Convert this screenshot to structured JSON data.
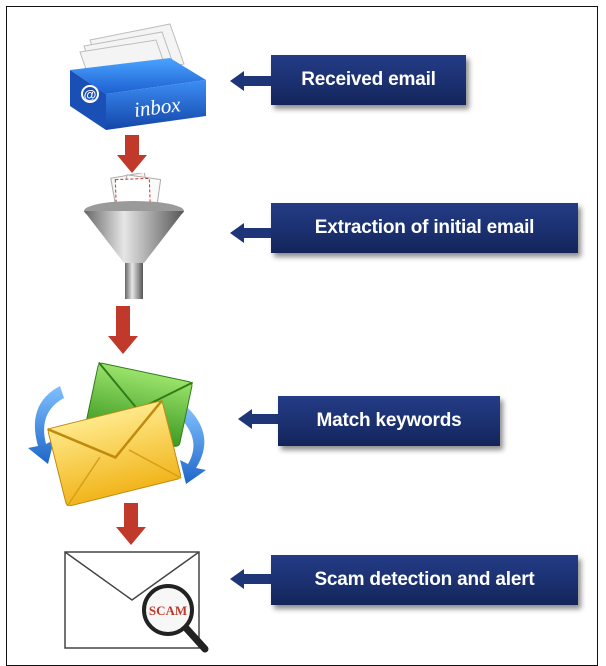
{
  "steps": [
    {
      "label": "Received email",
      "icon": "inbox-icon"
    },
    {
      "label": "Extraction of initial email",
      "icon": "funnel-icon"
    },
    {
      "label": "Match keywords",
      "icon": "envelopes-sync-icon"
    },
    {
      "label": "Scam detection and alert",
      "icon": "scam-magnifier-icon"
    }
  ],
  "icon_text": {
    "inbox": "inbox",
    "at_sign": "@",
    "scam": "SCAM"
  },
  "colors": {
    "label_bg": "#1e3578",
    "flow_arrow": "#c0392b",
    "pointer_arrow": "#1e3578"
  }
}
